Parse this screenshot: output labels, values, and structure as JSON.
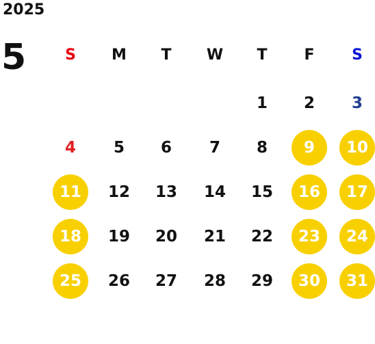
{
  "calendar": {
    "year": "2025",
    "month": "5",
    "weekdays": [
      "S",
      "M",
      "T",
      "W",
      "T",
      "F",
      "S"
    ],
    "weekday_colors": [
      "#e8000b",
      "#111111",
      "#111111",
      "#111111",
      "#111111",
      "#111111",
      "#0a16d6"
    ],
    "weeks": [
      [
        "",
        "",
        "",
        "",
        "1",
        "2",
        "3"
      ],
      [
        "4",
        "5",
        "6",
        "7",
        "8",
        "9",
        "10"
      ],
      [
        "11",
        "12",
        "13",
        "14",
        "15",
        "16",
        "17"
      ],
      [
        "18",
        "19",
        "20",
        "21",
        "22",
        "23",
        "24"
      ],
      [
        "25",
        "26",
        "27",
        "28",
        "29",
        "30",
        "31"
      ]
    ],
    "highlighted_days": [
      "9",
      "10",
      "11",
      "16",
      "17",
      "18",
      "23",
      "24",
      "25",
      "30",
      "31"
    ],
    "colors": {
      "highlight": "#f8d000",
      "sunday_text": "#e02020",
      "saturday_text": "#1f3f8f",
      "default_text": "#111111",
      "highlight_text": "#ffffff"
    }
  }
}
